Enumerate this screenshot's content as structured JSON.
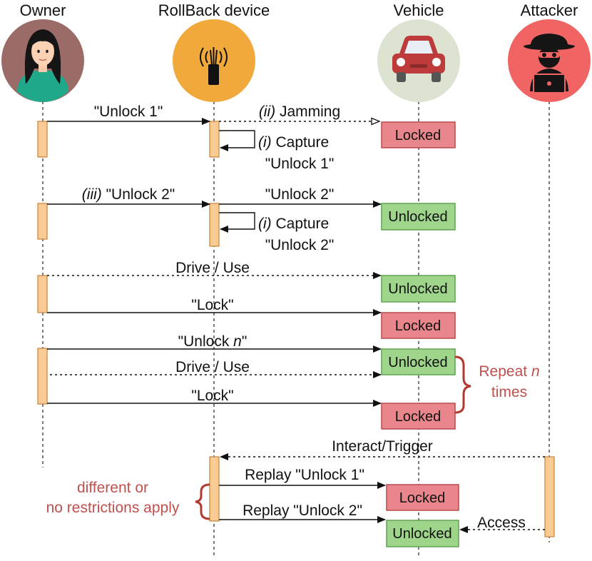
{
  "actors": {
    "owner": "Owner",
    "rollback": "RollBack device",
    "vehicle": "Vehicle",
    "attacker": "Attacker"
  },
  "messages": {
    "m1": "\"Unlock 1\"",
    "m2_roman": "(ii)",
    "m2_text": " Jamming",
    "m3_roman": "(i)",
    "m3_line1": " Capture",
    "m3_line2": "\"Unlock 1\"",
    "m4_roman": "(iii)",
    "m4_text": " \"Unlock 2\"",
    "m5": "\"Unlock 2\"",
    "m6_roman": "(i)",
    "m6_line1": " Capture",
    "m6_line2": "\"Unlock 2\"",
    "m7": "Drive / Use",
    "m8": "\"Lock\"",
    "m9_prefix": "\"Unlock ",
    "m9_n": "n",
    "m9_suffix": "\"",
    "m10": "Drive / Use",
    "m11": "\"Lock\"",
    "m12": "Interact/Trigger",
    "m13": "Replay \"Unlock 1\"",
    "m14": "Replay \"Unlock 2\"",
    "m15": "Access"
  },
  "states": {
    "s1": "Locked",
    "s2": "Unlocked",
    "s3": "Unlocked",
    "s4": "Locked",
    "s5": "Unlocked",
    "s6": "Locked",
    "s7": "Locked",
    "s8": "Unlocked"
  },
  "notes": {
    "repeat_prefix": "Repeat ",
    "repeat_n": "n",
    "repeat_line2": "times",
    "restrict_line1": "different or",
    "restrict_line2": "no restrictions apply"
  },
  "colors": {
    "owner_circle": "#9b6b67",
    "rollback_circle": "#f2a93b",
    "vehicle_circle": "#dde3d1",
    "attacker_circle": "#f06563",
    "locked_fill": "#e9868b",
    "unlocked_fill": "#9fd48b",
    "activation_fill": "#fbcb94",
    "note_color": "#c0504d"
  },
  "icons": [
    "person-icon",
    "antenna-device-icon",
    "car-icon",
    "hacker-icon"
  ]
}
